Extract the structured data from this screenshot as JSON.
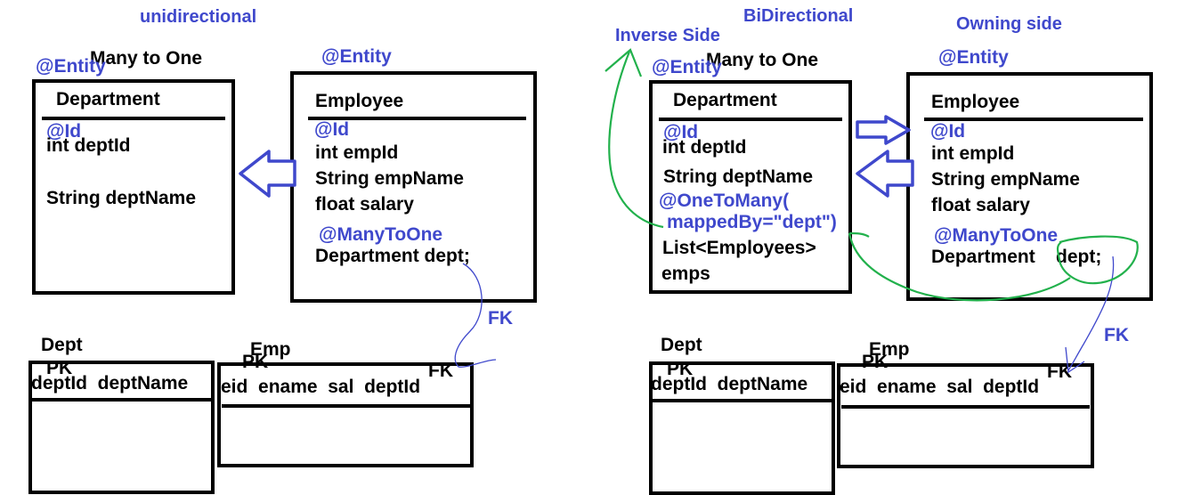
{
  "left": {
    "heading": "unidirectional",
    "relation": "Many to One",
    "dept_entity": {
      "annotation": "@Entity",
      "name": "Department",
      "id_annotation": "@Id",
      "fields": [
        "int deptId",
        "String deptName"
      ]
    },
    "emp_entity": {
      "annotation": "@Entity",
      "name": "Employee",
      "id_annotation": "@Id",
      "fields": [
        "int empId",
        "String empName",
        "float salary"
      ],
      "rel_annotation": "@ManyToOne",
      "rel_field": "Department dept;"
    },
    "fk_label": "FK",
    "dept_table": {
      "title": "Dept",
      "pk": "PK",
      "columns": "deptId  deptName"
    },
    "emp_table": {
      "title": "Emp",
      "pk": "PK",
      "fk": "FK",
      "columns": "eid  ename  sal  deptId"
    }
  },
  "right": {
    "heading": "BiDirectional",
    "inverse_label": "Inverse Side",
    "owning_label": "Owning side",
    "relation": "Many to One",
    "dept_entity": {
      "annotation": "@Entity",
      "name": "Department",
      "id_annotation": "@Id",
      "fields": [
        "int deptId",
        "String deptName"
      ],
      "rel_annotation_1": "@OneToMany(",
      "rel_annotation_2": "mappedBy=\"dept\")",
      "list_field_1": "List<Employees>",
      "list_field_2": "emps"
    },
    "emp_entity": {
      "annotation": "@Entity",
      "name": "Employee",
      "id_annotation": "@Id",
      "fields": [
        "int empId",
        "String empName",
        "float salary"
      ],
      "rel_annotation": "@ManyToOne",
      "rel_field_1": "Department",
      "rel_field_2": "dept;"
    },
    "fk_label": "FK",
    "dept_table": {
      "title": "Dept",
      "pk": "PK",
      "columns": "deptId  deptName"
    },
    "emp_table": {
      "title": "Emp",
      "pk": "PK",
      "fk": "FK",
      "columns": "eid  ename  sal  deptId"
    }
  },
  "colors": {
    "annotation_blue": "#3f48cc",
    "green": "#22b14c",
    "black": "#000000"
  }
}
